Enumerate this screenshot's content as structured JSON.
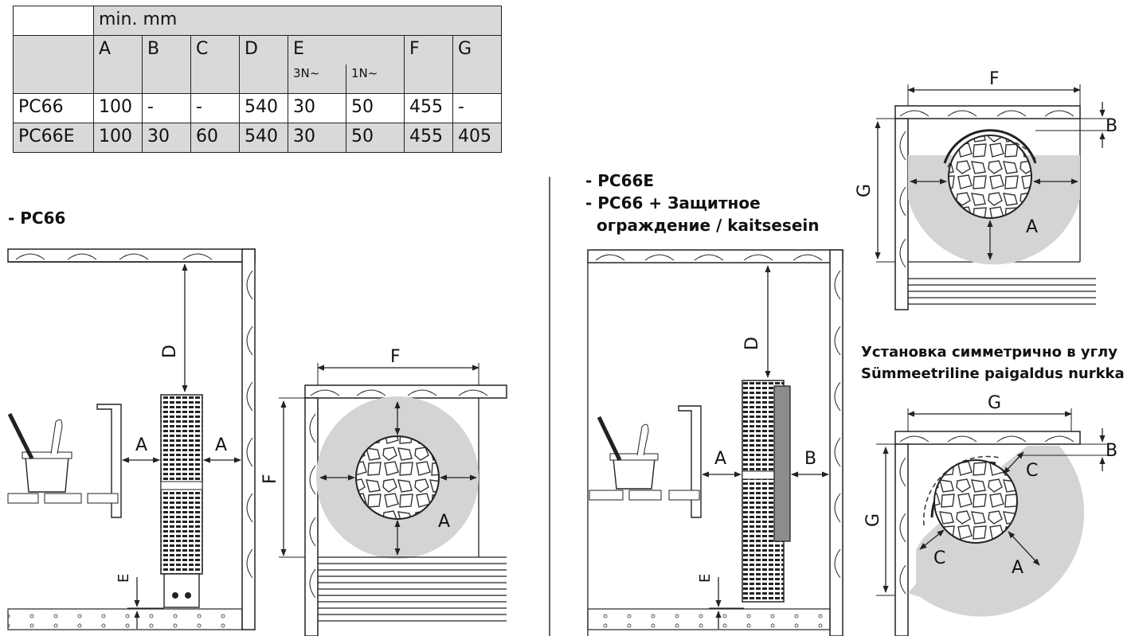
{
  "table": {
    "unit_header": "min. mm",
    "columns": [
      "A",
      "B",
      "C",
      "D",
      "E",
      "F",
      "G"
    ],
    "e_sub": [
      "3N~",
      "1N~"
    ],
    "rows": [
      {
        "model": "PC66",
        "A": "100",
        "B": "-",
        "C": "-",
        "D": "540",
        "E3N": "30",
        "E1N": "50",
        "F": "455",
        "G": "-"
      },
      {
        "model": "PC66E",
        "A": "100",
        "B": "30",
        "C": "60",
        "D": "540",
        "E3N": "30",
        "E1N": "50",
        "F": "455",
        "G": "405"
      }
    ]
  },
  "captions": {
    "pc66": "- PC66",
    "pc66e_line1": "- PC66E",
    "pc66e_line2": "- PC66 + Защитное",
    "pc66e_line3": "ограждение / kaitsesein",
    "corner_line1": "Установка симметрично в углу",
    "corner_line2": "Sümmeetriline paigaldus nurkka"
  },
  "labels": {
    "A": "A",
    "B": "B",
    "C": "C",
    "D": "D",
    "E": "E",
    "F": "F",
    "G": "G"
  },
  "colors": {
    "clearance": "#d4d4d4",
    "guard": "#8c8c8c",
    "line": "#222222"
  }
}
